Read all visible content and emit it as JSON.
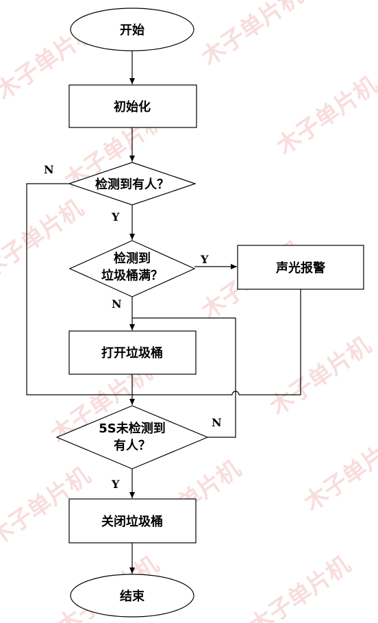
{
  "nodes": {
    "start": "开始",
    "init": "初始化",
    "detect_person_question": "检测到有人？",
    "detect_full_line1": "检测到",
    "detect_full_line2": "垃圾桶满？",
    "alarm": "声光报警",
    "open_bin": "打开垃圾桶",
    "no_person_5s_line1": "5S未检测到",
    "no_person_5s_line2": "有人？",
    "close_bin": "关闭垃圾桶",
    "end": "结束"
  },
  "edge_labels": {
    "detect_person_no": "N",
    "detect_person_yes": "Y",
    "bin_full_yes": "Y",
    "bin_full_no": "N",
    "timeout_no": "N",
    "timeout_yes": "Y"
  },
  "watermark": "木子单片机"
}
